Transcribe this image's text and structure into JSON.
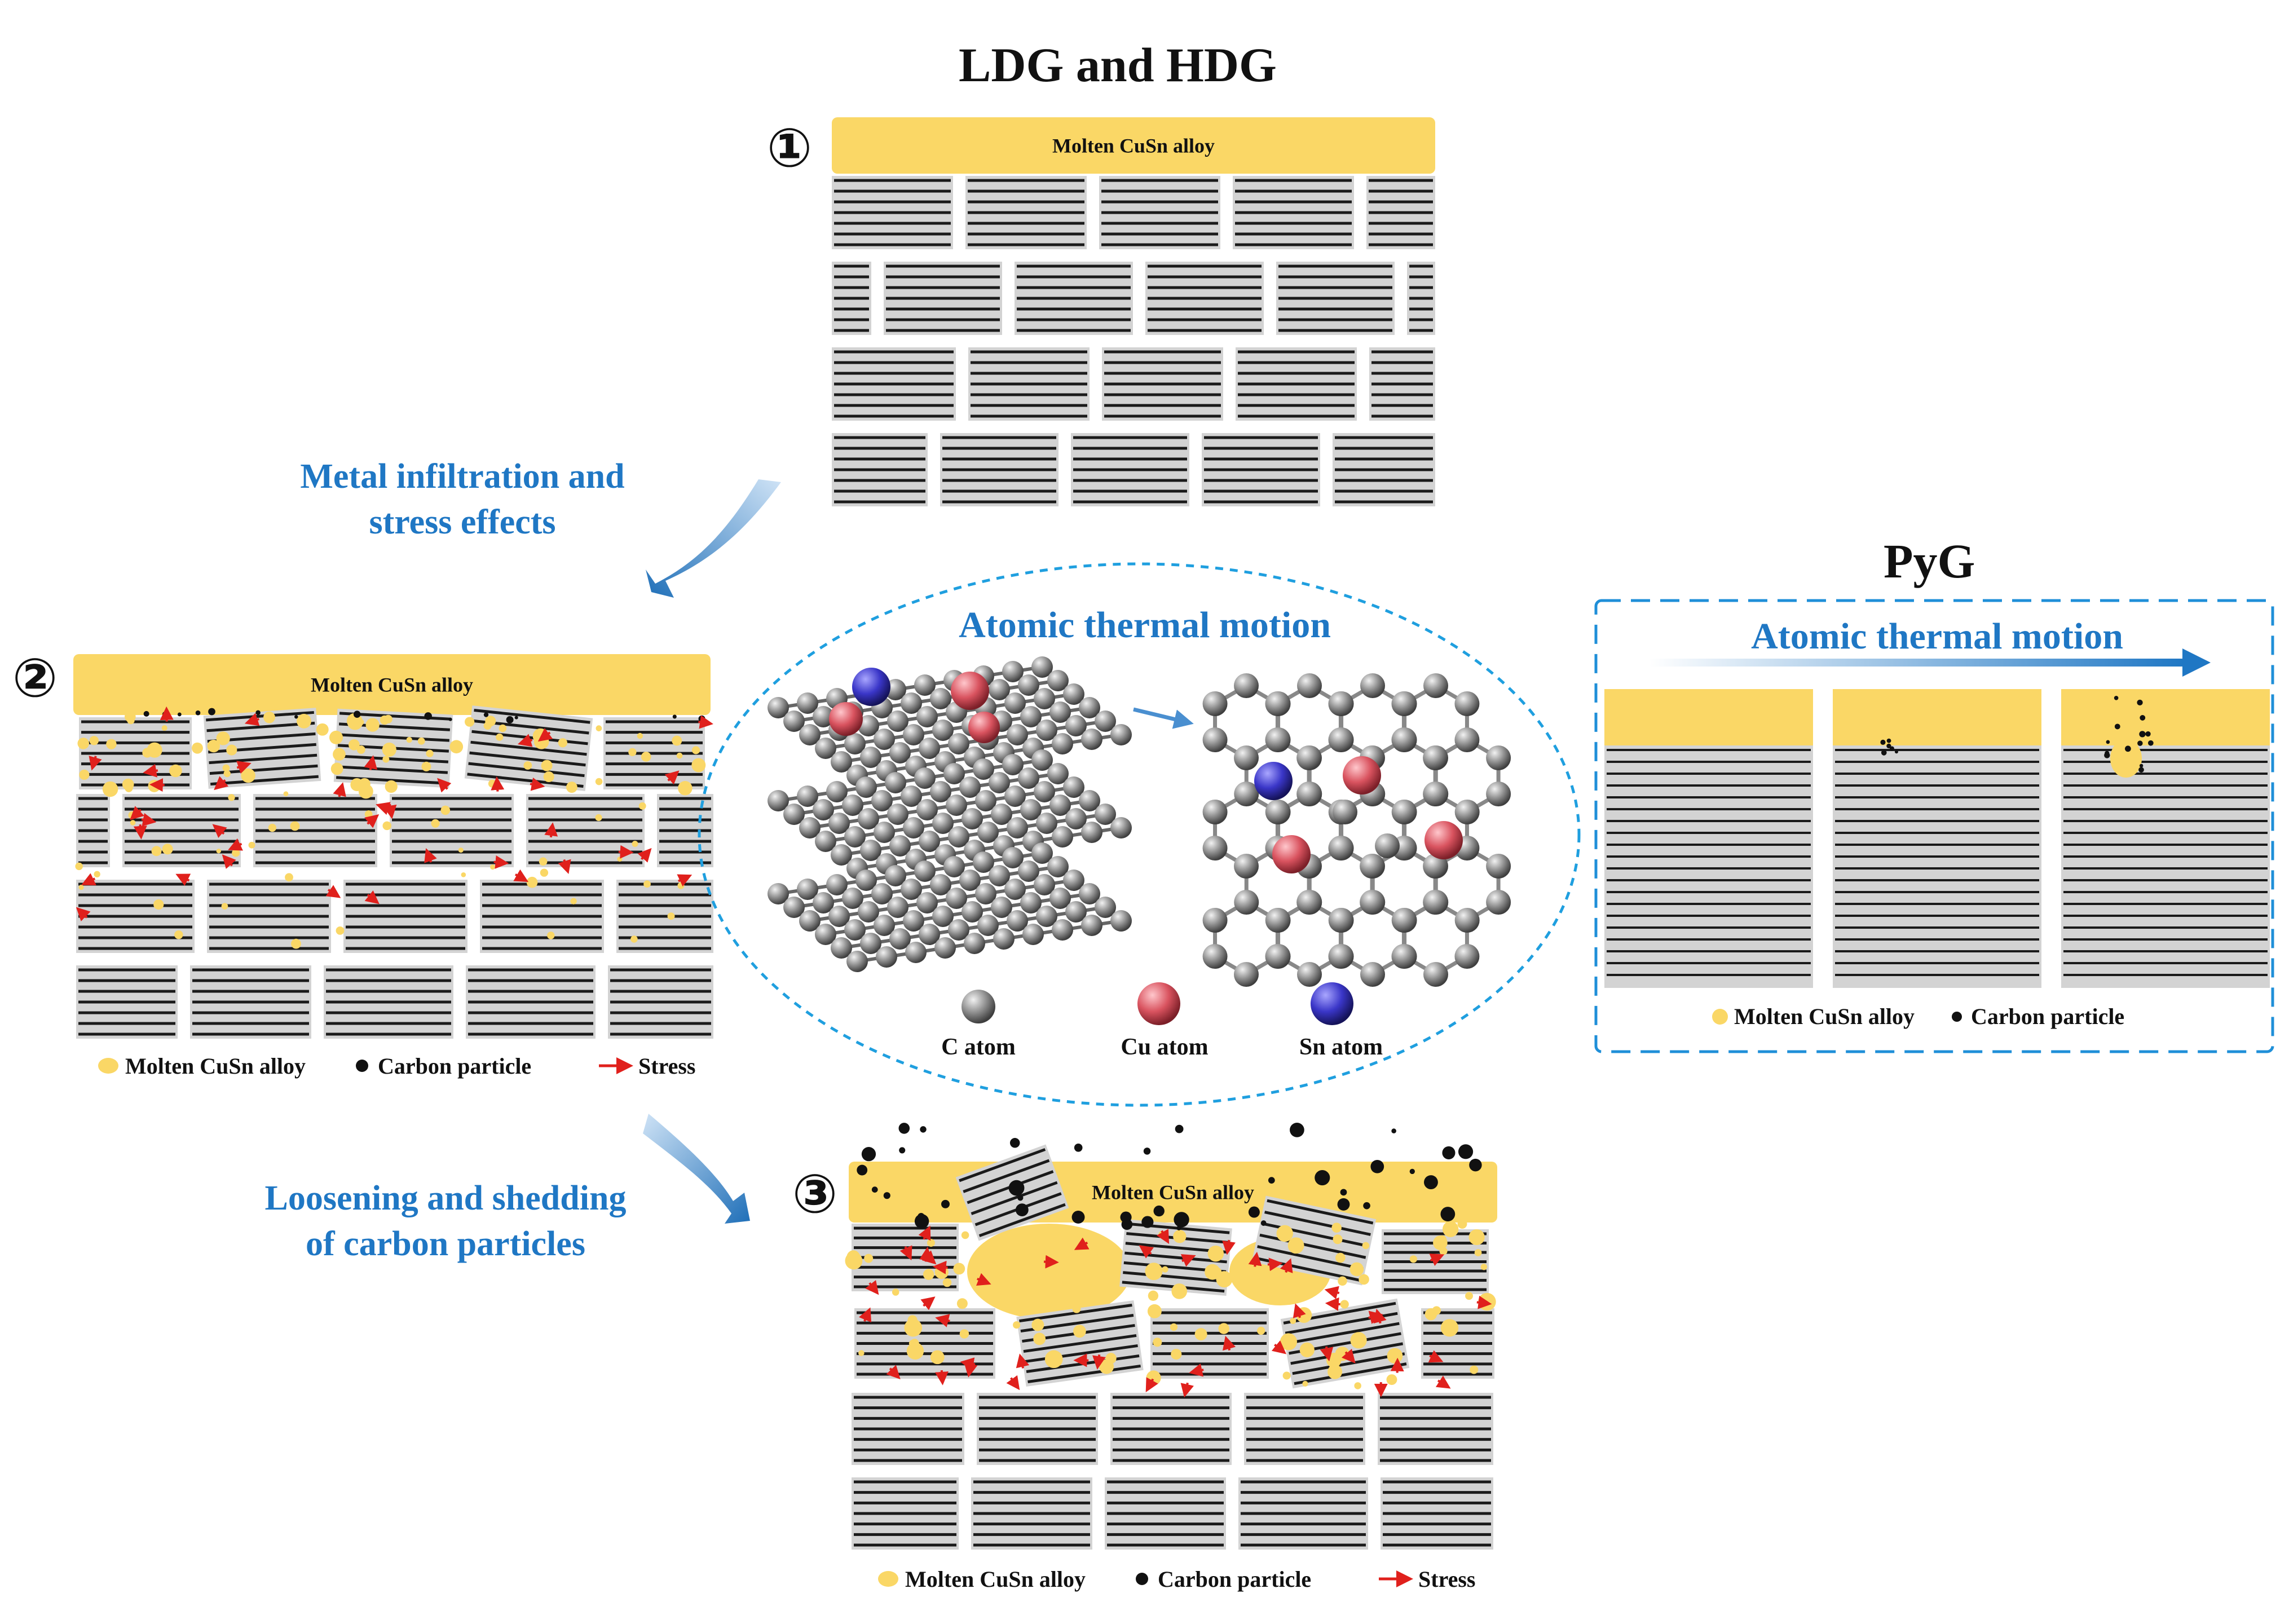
{
  "titles": {
    "top": "LDG and HDG",
    "right": "PyG"
  },
  "steps": {
    "one": "①",
    "two": "②",
    "three": "③"
  },
  "labels": {
    "metal_infiltration_line1": "Metal infiltration and",
    "metal_infiltration_line2": "stress effects",
    "loosening_line1": "Loosening and shedding",
    "loosening_line2": "of carbon particles",
    "atomic_motion_center": "Atomic thermal motion",
    "atomic_motion_right": "Atomic thermal motion",
    "alloy_bar": "Molten CuSn alloy"
  },
  "legend": {
    "alloy": "Molten CuSn alloy",
    "carbon": "Carbon particle",
    "stress": "Stress"
  },
  "atoms": {
    "c": "C atom",
    "cu": "Cu atom",
    "sn": "Sn atom"
  },
  "colors": {
    "alloy": "#fad766",
    "graphite": "#d3d3d3",
    "accent_blue": "#1f77c4",
    "stress_red": "#e0201c",
    "cu_atom": "#d9535f",
    "sn_atom": "#3a36c8",
    "c_atom": "#8a8a8a"
  }
}
